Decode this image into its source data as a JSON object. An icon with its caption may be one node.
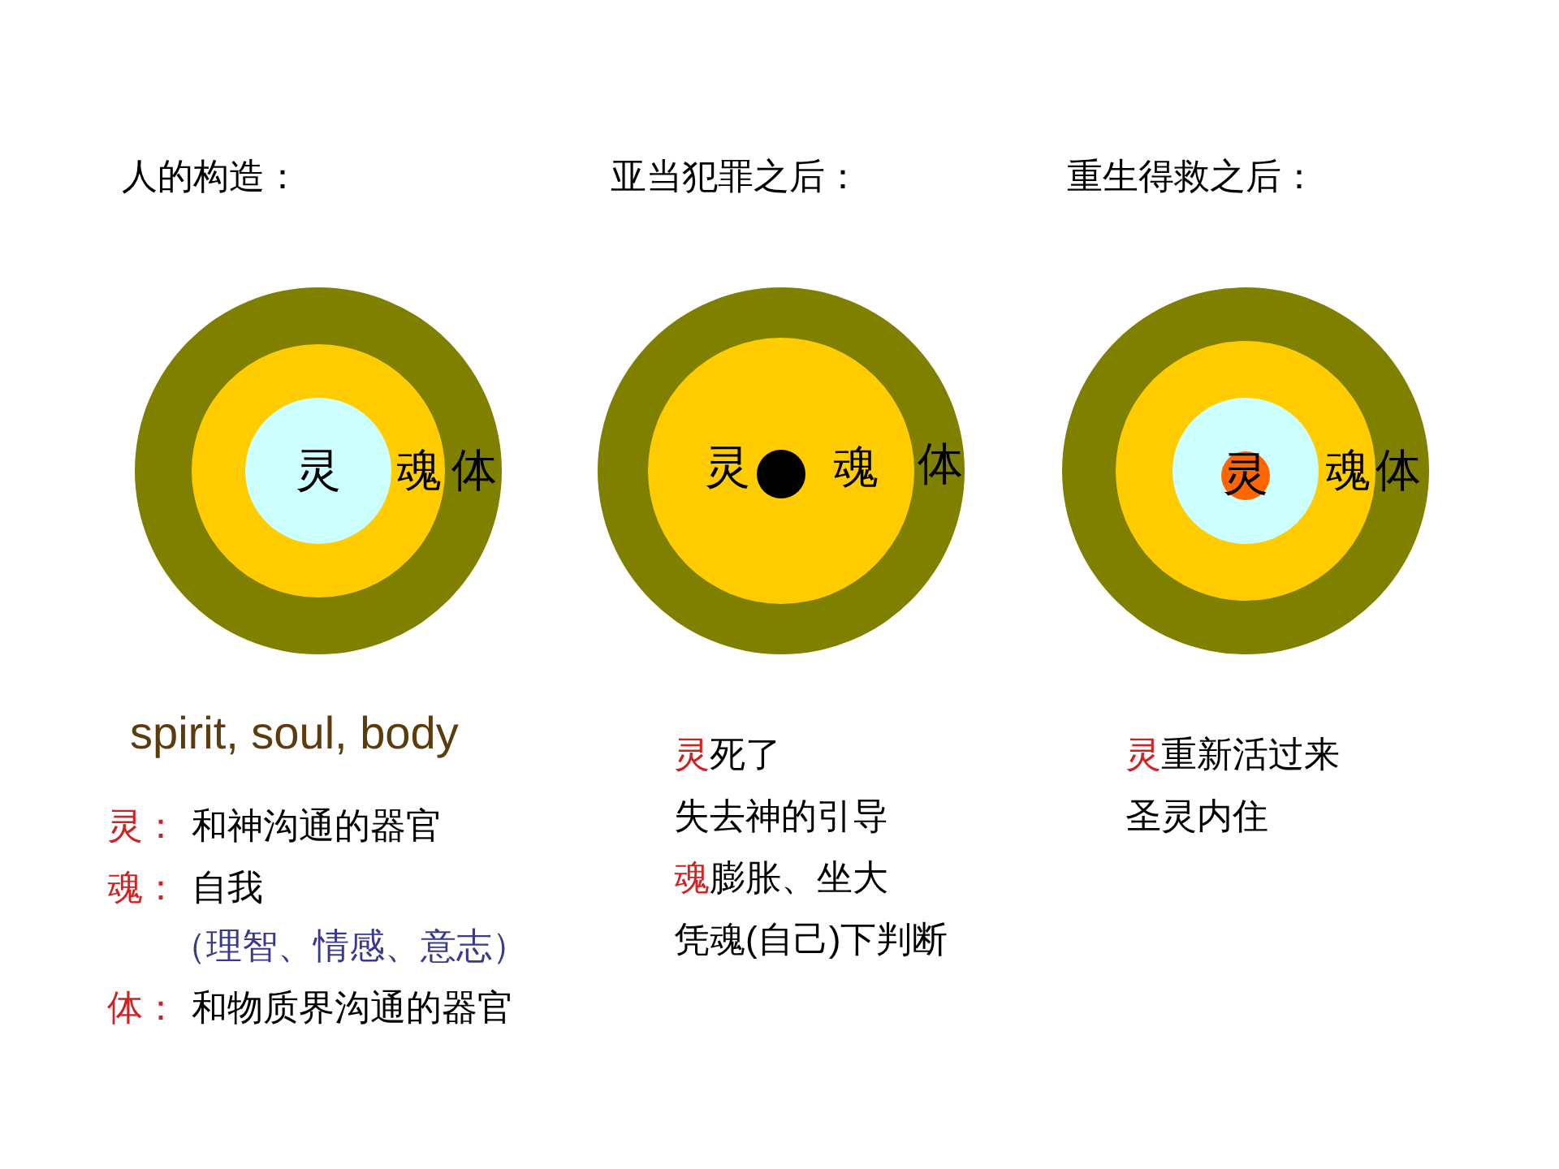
{
  "diagram": {
    "nodes": [
      {
        "text": [
          "体"
        ]
      },
      {
        "text": [
          "魂"
        ],
        "in": 0
      },
      {
        "text": [
          "灵"
        ],
        "in": 1
      },
      {
        "text": [
          "体"
        ]
      },
      {
        "text": [
          "灵",
          "魂"
        ],
        "in": 3
      },
      {
        "text": [],
        "shape": "circle",
        "in": 4
      },
      {
        "text": [
          "体"
        ]
      },
      {
        "text": [
          "魂"
        ],
        "in": 6
      },
      {
        "text": [],
        "shape": "circle",
        "in": 7
      },
      {
        "text": [
          "灵"
        ],
        "in": 8
      }
    ],
    "edges": [],
    "labels": [
      "人的构造：",
      "亚当犯罪之后：",
      "重生得救之后：",
      "spirit, soul, body",
      "灵：",
      "和神沟通的器官",
      "魂：",
      "自我",
      "（理智、情感、意志）",
      "体：",
      "和物质界沟通的器官",
      "灵",
      "死了",
      "失去神的引导",
      "魂",
      "膨胀、坐大",
      "凭魂(自己)下判断",
      "灵",
      "重新活过来",
      "圣灵内住"
    ]
  }
}
